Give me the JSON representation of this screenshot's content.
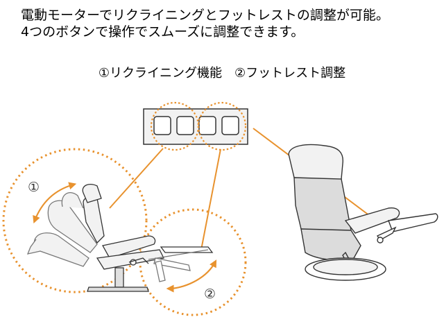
{
  "description": {
    "line1": "電動モーターでリクライニングとフットレストの調整が可能。",
    "line2": "4つのボタンで操作でスムーズに調整できます。"
  },
  "legend": {
    "item1": "①リクライニング機能",
    "item2": "②フットレスト調整"
  },
  "callouts": {
    "one": "①",
    "two": "②"
  },
  "colors": {
    "accent": "#E8922E",
    "line": "#333333",
    "fill": "#F2F2F2"
  }
}
